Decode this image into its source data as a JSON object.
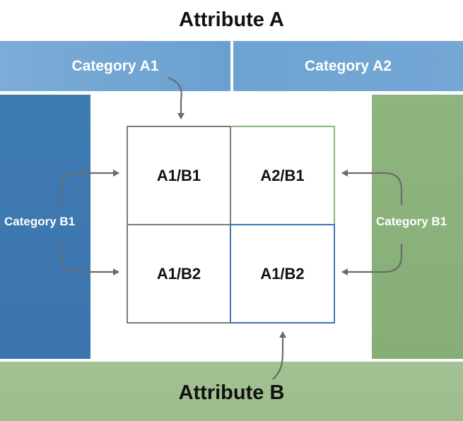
{
  "attribute_a": {
    "title": "Attribute A"
  },
  "attribute_b": {
    "title": "Attribute B"
  },
  "top_bands": {
    "a1": "Category A1",
    "a2": "Category A2"
  },
  "side_bands": {
    "left": "Category B1",
    "right": "Category B1"
  },
  "matrix": {
    "cells": [
      {
        "label": "A1/B1"
      },
      {
        "label": "A2/B1"
      },
      {
        "label": "A1/B2"
      },
      {
        "label": "A1/B2"
      }
    ]
  },
  "colors": {
    "blue_light": "#74a7d4",
    "blue_dark": "#3d78b0",
    "green": "#8ab17a",
    "green_light": "#a0bf92",
    "grid_gray": "#7b7b7b",
    "cell_green_border": "#8bb57c",
    "cell_blue_border": "#3a76b8"
  }
}
